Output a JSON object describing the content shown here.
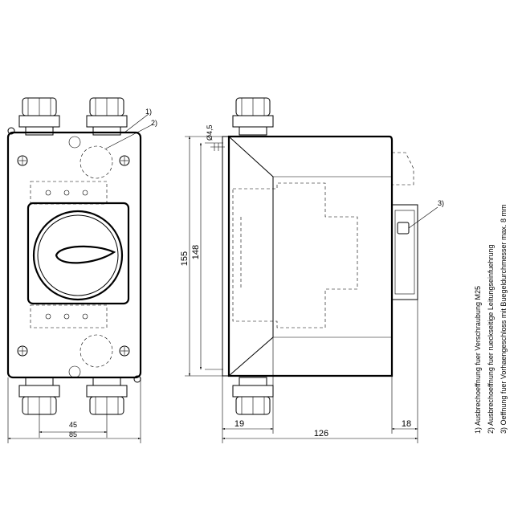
{
  "dimensions": {
    "front_width_outer": "85",
    "front_width_inner": "45",
    "height_outer": "155",
    "height_inner": "148",
    "hole_diameter": "Ø4,5",
    "side_depth_total": "126",
    "side_left_offset": "19",
    "side_right_offset": "18"
  },
  "callouts": {
    "c1": "1)",
    "c2": "2)",
    "c3": "3)"
  },
  "notes": [
    "1) Ausbrechoeffnung fuer Verschraubung M25",
    "2) Ausbrechoeffnung fuer rueckseitige Leitungseinfuehrung",
    "3) Oeffnung fuer Vorhaengeschloss mit Buegeldurchmesser max. 8 mm"
  ]
}
